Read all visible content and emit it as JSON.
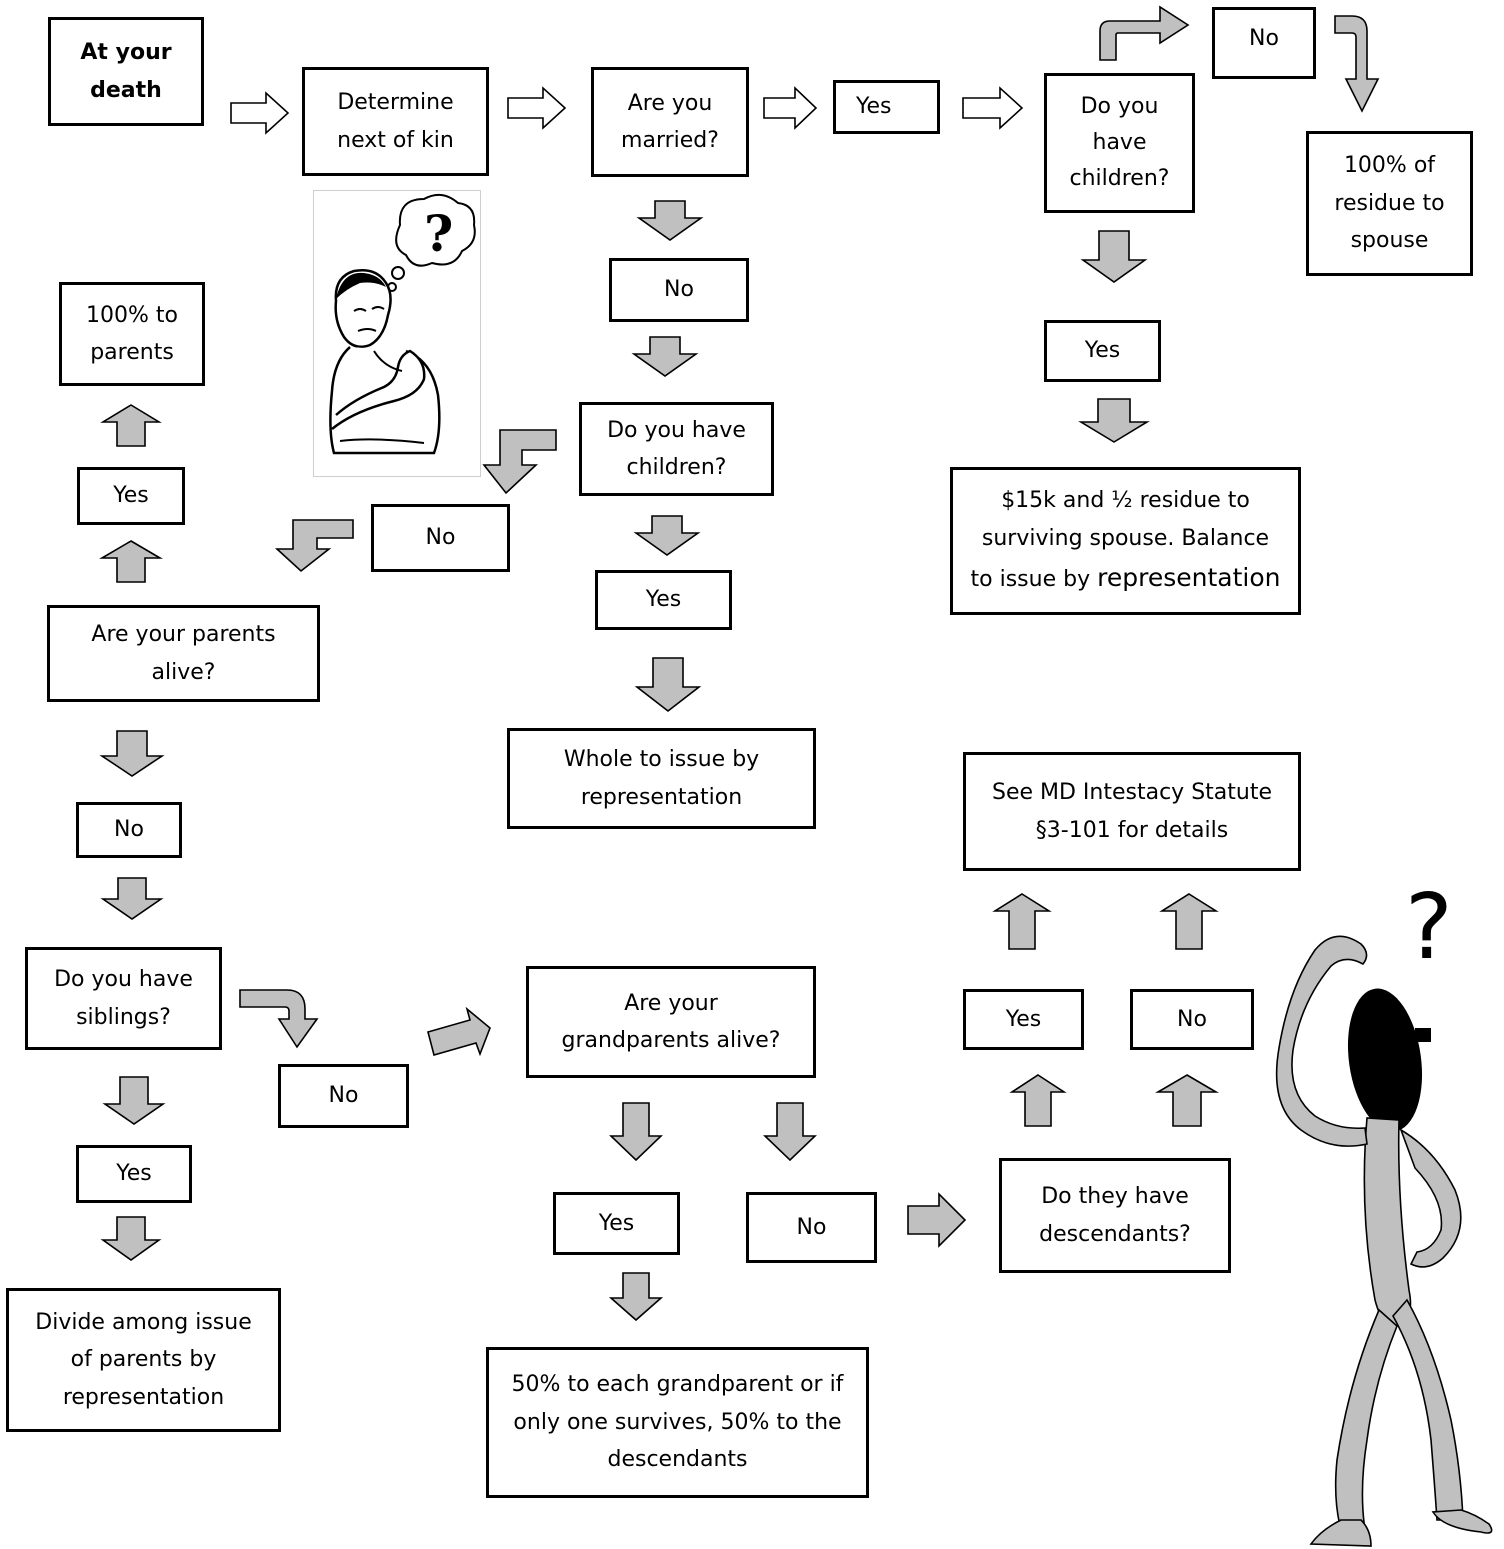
{
  "nodes": {
    "at_death": "At your\ndeath",
    "next_of_kin": "Determine\nnext of kin",
    "married": "Are you\nmarried?",
    "married_yes": "Yes",
    "children_married": "Do you\nhave\nchildren?",
    "children_married_no": "No",
    "spouse_100": "100% of\nresidue to\nspouse",
    "children_married_yes": "Yes",
    "spouse_15k_a": "$15k and ½ residue to\nsurviving spouse. Balance\nto issue by ",
    "spouse_15k_b": "representation",
    "married_no": "No",
    "children_unmarried": "Do you have\nchildren?",
    "children_unmarried_yes": "Yes",
    "whole_to_issue": "Whole to issue by\nrepresentation",
    "children_unmarried_no": "No",
    "parents_alive": "Are your parents\nalive?",
    "parents_yes": "Yes",
    "parents_100": "100% to\nparents",
    "parents_no": "No",
    "siblings": "Do you have\nsiblings?",
    "siblings_yes": "Yes",
    "divide_parents": "Divide among issue\nof parents by\nrepresentation",
    "siblings_no": "No",
    "grandparents": "Are your\ngrandparents alive?",
    "grandparents_yes": "Yes",
    "grandparents_no": "No",
    "grandparent_split": "50% to each grandparent or if\nonly one survives, 50% to the\ndescendants",
    "descendants": "Do they have\ndescendants?",
    "descendants_yes": "Yes",
    "descendants_no": "No",
    "see_statute": "See MD Intestacy Statute\n§3-101 for details"
  },
  "clipart": {
    "thinker_symbol": "?",
    "stick_figure_symbol": "?"
  }
}
